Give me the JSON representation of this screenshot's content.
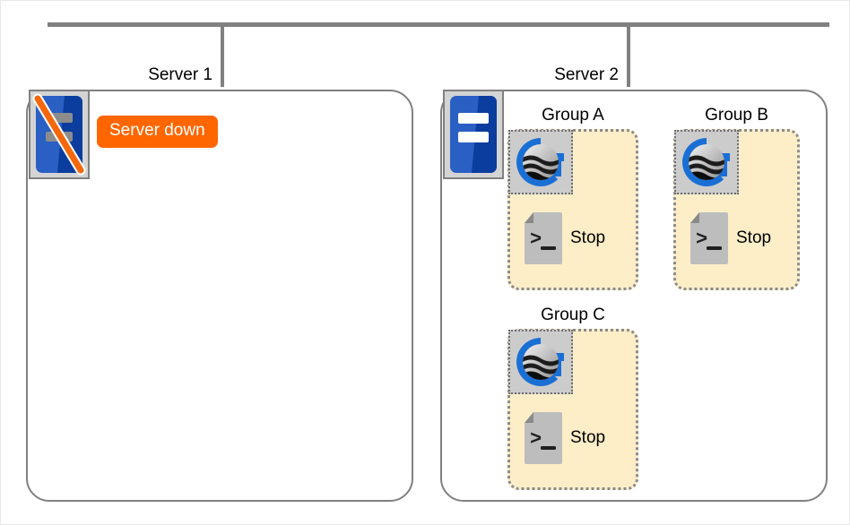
{
  "diagram": {
    "title_not_shown": "",
    "bus": {
      "color": "#808080"
    },
    "servers": [
      {
        "id": "server-1",
        "label": "Server 1",
        "state": "down",
        "icon": "server-offline-icon",
        "badge": {
          "text": "Server down",
          "color": "#ff6600",
          "text_color": "#ffffff"
        },
        "groups": []
      },
      {
        "id": "server-2",
        "label": "Server 2",
        "state": "up",
        "icon": "server-online-icon",
        "badge": null,
        "groups": [
          {
            "id": "group-a",
            "label": "Group A",
            "app_icon": "glassfish-domain-icon",
            "script": {
              "icon": "script-terminal-icon",
              "label": "Stop"
            }
          },
          {
            "id": "group-b",
            "label": "Group B",
            "app_icon": "glassfish-domain-icon",
            "script": {
              "icon": "script-terminal-icon",
              "label": "Stop"
            }
          },
          {
            "id": "group-c",
            "label": "Group C",
            "app_icon": "glassfish-domain-icon",
            "script": {
              "icon": "script-terminal-icon",
              "label": "Stop"
            }
          }
        ]
      }
    ],
    "colors": {
      "group_fill": "#fdeec8",
      "group_border": "#8a8a8a",
      "panel_border": "#808080",
      "server_blue": "#2a5fc4",
      "server_blue_dark": "#0b3d9e",
      "icon_backdrop": "#cccccc",
      "script_gray": "#b8b8b8",
      "badge_orange": "#ff6600"
    }
  }
}
